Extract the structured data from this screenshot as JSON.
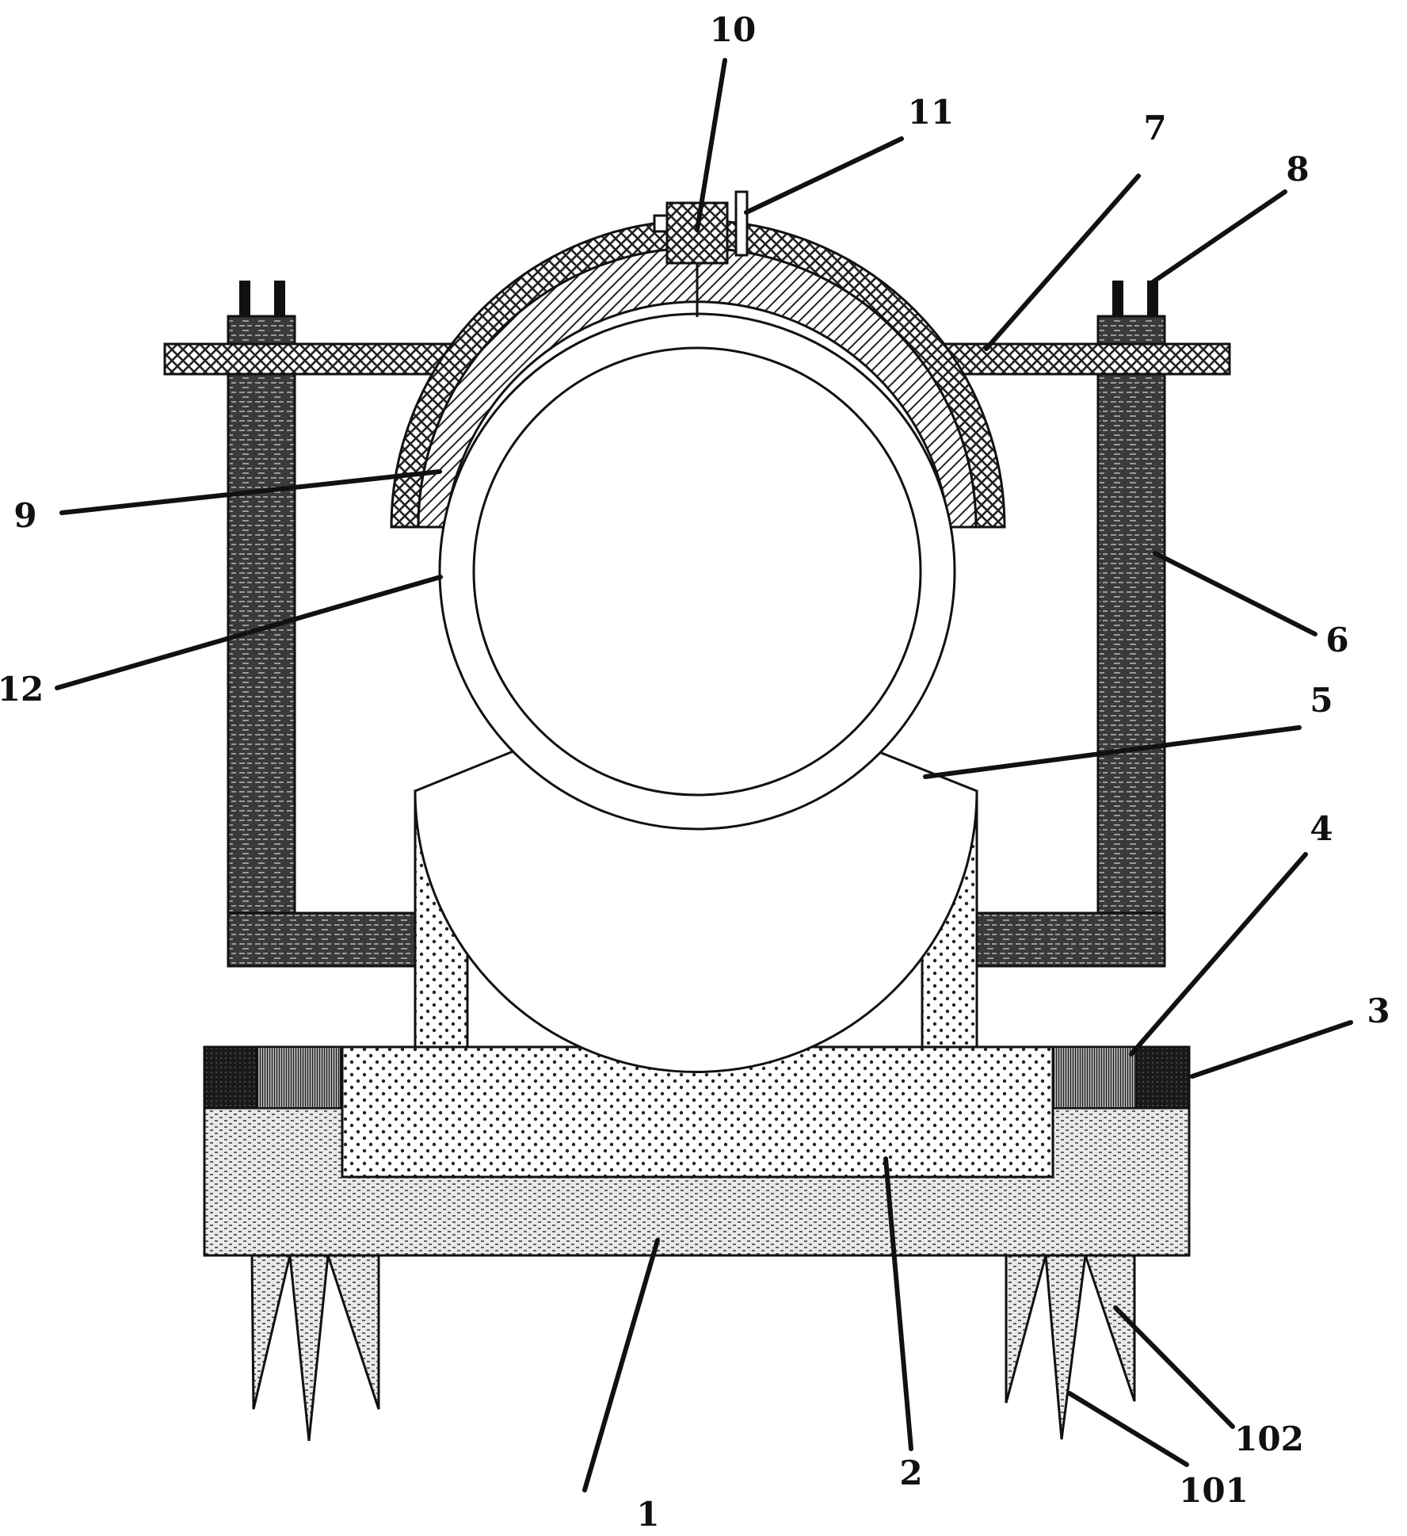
{
  "labels": {
    "l1": "1",
    "l2": "2",
    "l3": "3",
    "l4": "4",
    "l5": "5",
    "l6": "6",
    "l7": "7",
    "l8": "8",
    "l9": "9",
    "l10": "10",
    "l11": "11",
    "l12": "12",
    "l101": "101",
    "l102": "102"
  },
  "colors": {
    "line": "#111111",
    "background": "#ffffff",
    "bristle": "#1a1a1a"
  }
}
